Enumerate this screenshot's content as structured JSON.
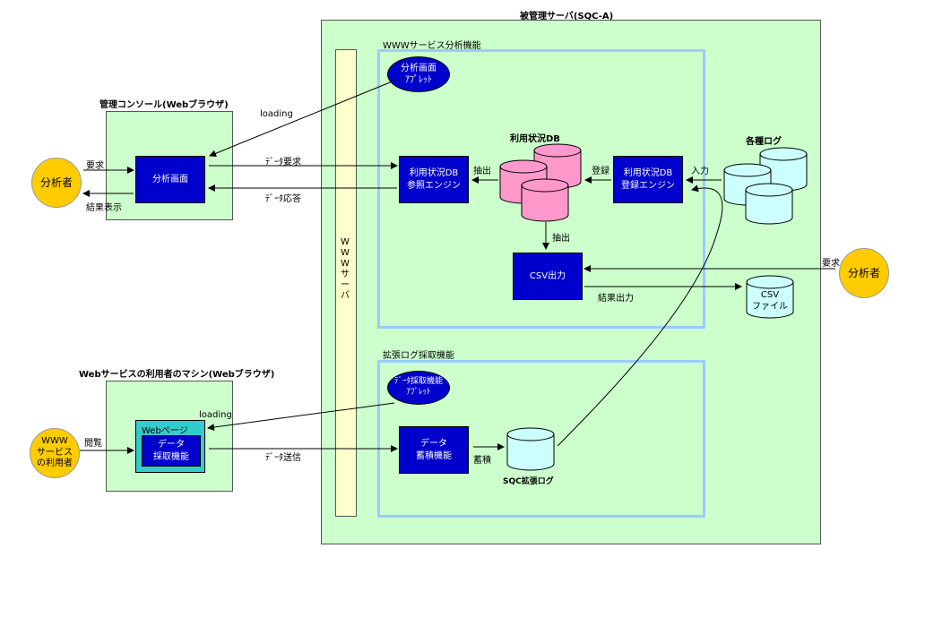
{
  "managed_server": {
    "title": "被管理サーバ(SQC-A)"
  },
  "www_server": {
    "label": "WWWサーバ"
  },
  "analysis_section": {
    "title": "WWWサービス分析機能",
    "applet": "分析画面\nｱﾌﾟﾚｯﾄ",
    "ref_engine": "利用状況DB\n参照エンジン",
    "reg_engine": "利用状況DB\n登録エンジン",
    "db_label": "利用状況DB",
    "csv_output": "CSV出力",
    "label_extract1": "抽出",
    "label_extract2": "抽出",
    "label_register": "登録",
    "label_input": "入力",
    "label_result_output": "結果出力"
  },
  "logs": {
    "label": "各種ログ"
  },
  "csv_file": {
    "label": "CSV\nファイル"
  },
  "analyst_right": {
    "label": "分析者",
    "request": "要求"
  },
  "console": {
    "title": "管理コンソール(Webブラウザ)",
    "screen": "分析画面",
    "loading": "loading",
    "data_request": "ﾃﾞｰﾀ要求",
    "data_response": "ﾃﾞｰﾀ応答"
  },
  "analyst_left": {
    "label": "分析者",
    "request": "要求",
    "result": "結果表示"
  },
  "log_section": {
    "title": "拡張ログ採取機能",
    "applet": "ﾃﾞｰﾀ採取機能\nｱﾌﾟﾚｯﾄ",
    "store": "データ\n蓄積機能",
    "label_store": "蓄積",
    "sqc_log": "SQC拡張ログ"
  },
  "user_machine": {
    "title": "Webサービスの利用者のマシン(Webブラウザ)",
    "webpage": "Webページ",
    "collect": "データ\n採取機能",
    "loading": "loading",
    "data_send": "ﾃﾞｰﾀ送信"
  },
  "www_user": {
    "label": "WWW\nサービス\nの利用者",
    "browse": "閲覧"
  }
}
